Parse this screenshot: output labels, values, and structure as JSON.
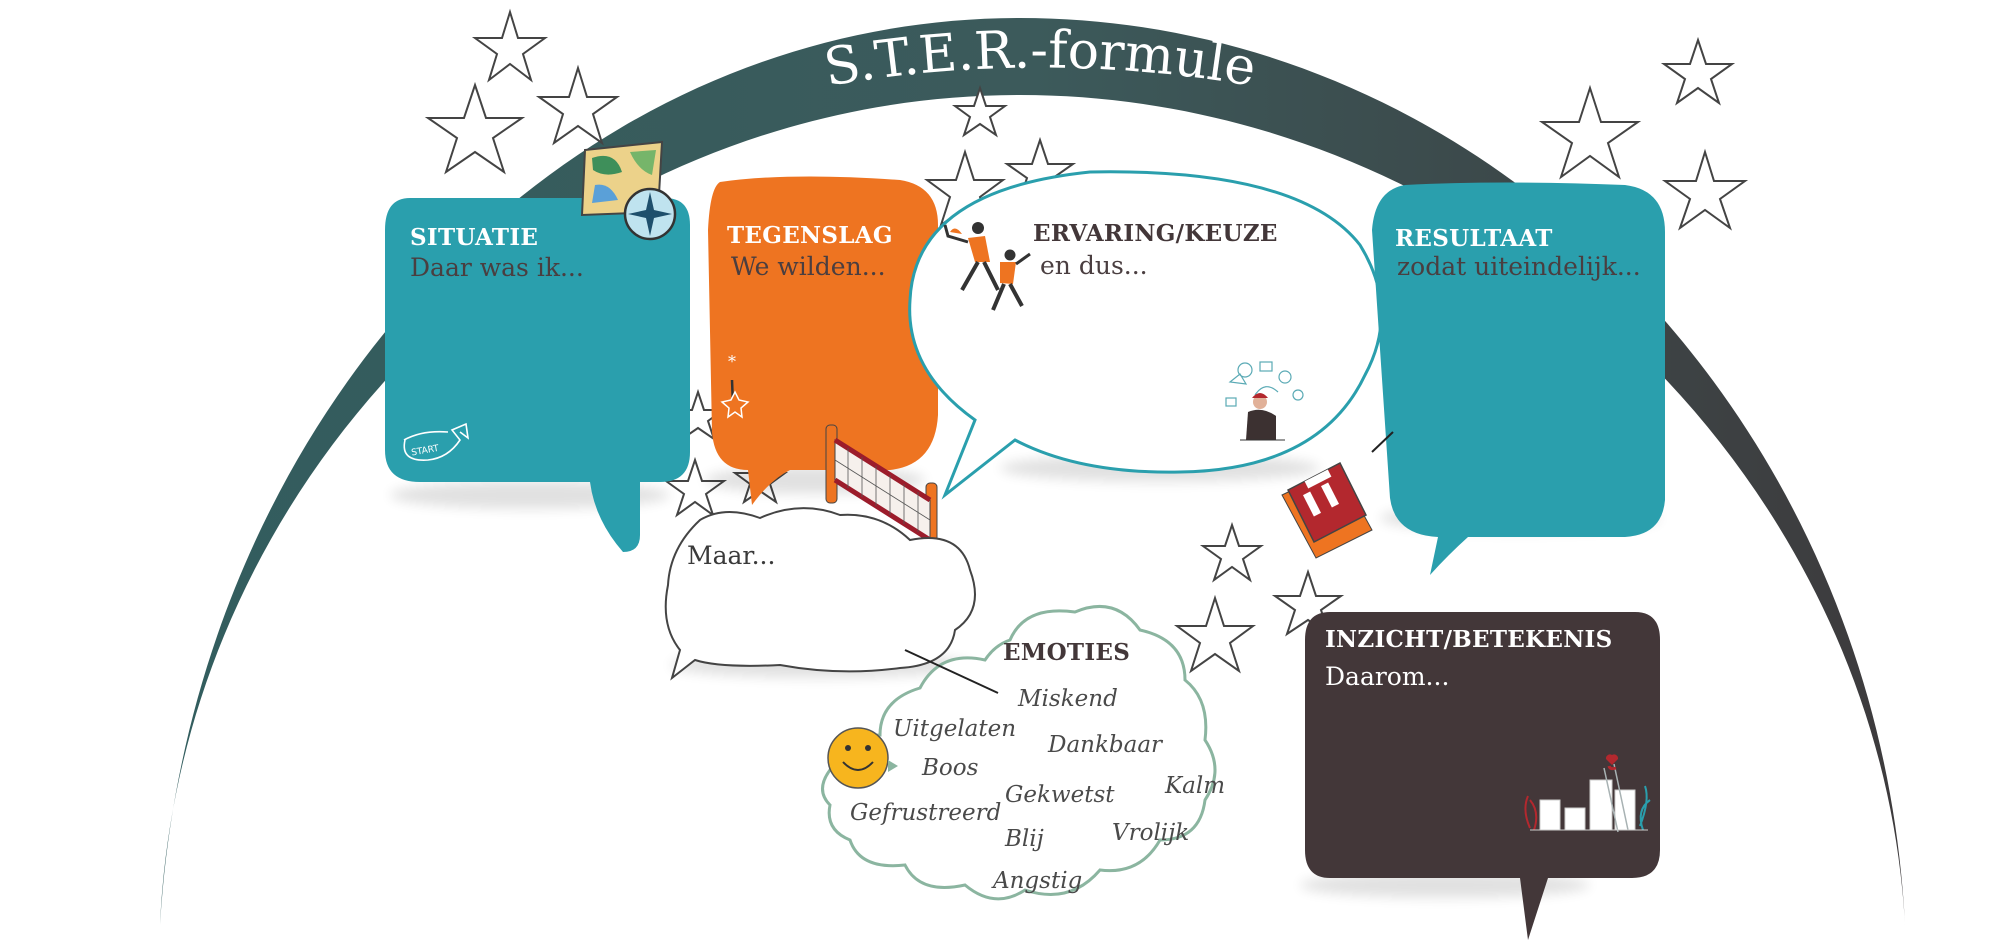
{
  "title": "S.T.E.R.-formule",
  "boxes": {
    "situatie": {
      "title": "SITUATIE",
      "subtitle": "Daar was ik..."
    },
    "tegenslag": {
      "title": "TEGENSLAG",
      "subtitle": "We wilden..."
    },
    "maar": {
      "subtitle": "Maar..."
    },
    "ervaring": {
      "title": "ERVARING/KEUZE",
      "subtitle": "en dus..."
    },
    "resultaat": {
      "title": "RESULTAAT",
      "subtitle": "zodat uiteindelijk..."
    },
    "inzicht": {
      "title": "INZICHT/BETEKENIS",
      "subtitle": "Daarom..."
    }
  },
  "emoties": {
    "title": "EMOTIES",
    "words": [
      "Miskend",
      "Uitgelaten",
      "Dankbaar",
      "Boos",
      "Kalm",
      "Gekwetst",
      "Gefrustreerd",
      "Vrolijk",
      "Blij",
      "Angstig"
    ]
  },
  "start_label": "START",
  "colors": {
    "arch": "#3f5b5c",
    "teal": "#2a9fad",
    "orange": "#ee7421",
    "dark": "#433739",
    "cloud_border": "#8bb5a0",
    "title_text": "#ffffff"
  }
}
